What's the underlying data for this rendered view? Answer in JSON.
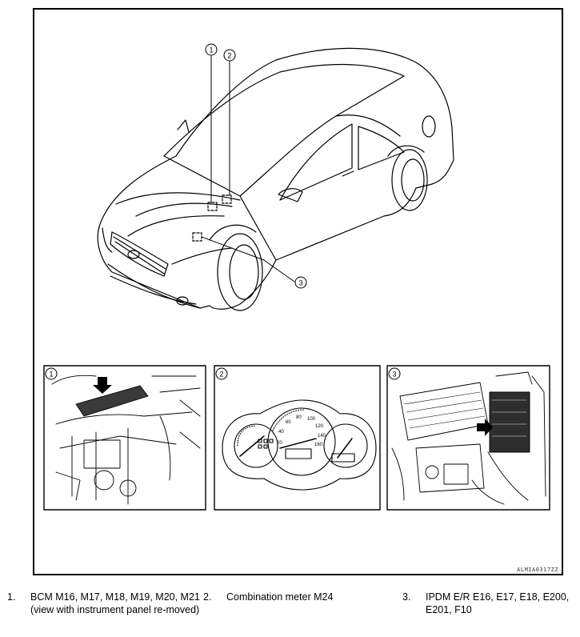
{
  "figure_code": "ALMIA0317ZZ",
  "callouts": [
    "1",
    "2",
    "3"
  ],
  "legend": [
    {
      "num": "1.",
      "text": "BCM M16, M17, M18, M19, M20, M21 (view with instrument panel re-moved)"
    },
    {
      "num": "2.",
      "text": "Combination meter M24"
    },
    {
      "num": "3.",
      "text": "IPDM E/R E16, E17, E18, E200, E201, F10"
    }
  ],
  "gauge_ticks": [
    "20",
    "40",
    "60",
    "80",
    "100",
    "120",
    "140",
    "160"
  ]
}
